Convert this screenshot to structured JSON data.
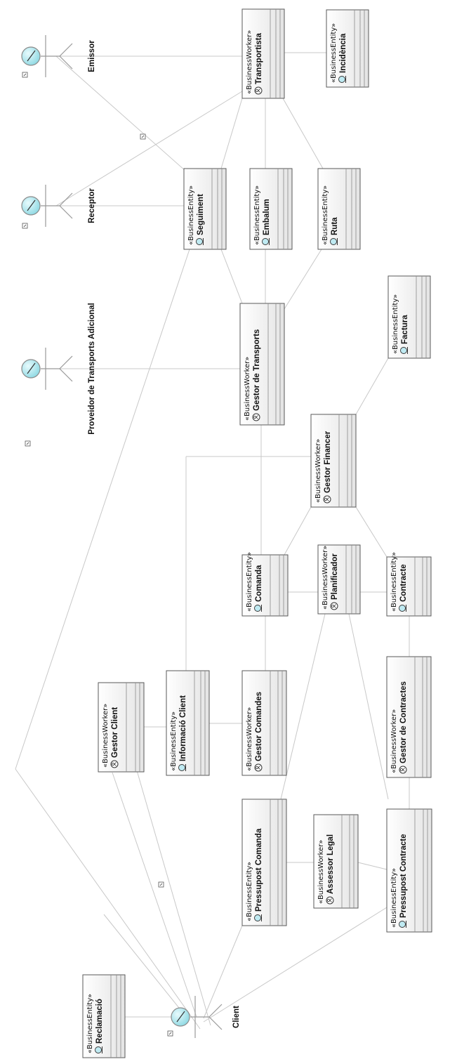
{
  "stereotypes": {
    "worker": "«BusinessWorker»",
    "entity": "«BusinessEntity»"
  },
  "actors": {
    "emissor": "Emissor",
    "receptor": "Receptor",
    "proveidor": "Proveidor de Transports Adicional",
    "client": "Client"
  },
  "classes": {
    "transportista": {
      "kind": "worker",
      "name": "Transportista"
    },
    "incidencia": {
      "kind": "entity",
      "name": "Incidència"
    },
    "seguiment": {
      "kind": "entity",
      "name": "Seguiment"
    },
    "embalum": {
      "kind": "entity",
      "name": "Embalum"
    },
    "ruta": {
      "kind": "entity",
      "name": "Ruta"
    },
    "gestor_transports": {
      "kind": "worker",
      "name": "Gestor de Transports"
    },
    "factura": {
      "kind": "entity",
      "name": "Factura"
    },
    "gestor_financer": {
      "kind": "worker",
      "name": "Gestor Financer"
    },
    "comanda": {
      "kind": "entity",
      "name": "Comanda"
    },
    "planificador": {
      "kind": "worker",
      "name": "Planificador"
    },
    "contracte": {
      "kind": "entity",
      "name": "Contracte"
    },
    "gestor_client": {
      "kind": "worker",
      "name": "Gestor Client"
    },
    "informacio_client": {
      "kind": "entity",
      "name": "Informació Client"
    },
    "gestor_comandes": {
      "kind": "worker",
      "name": "Gestor Comandes"
    },
    "gestor_contractes": {
      "kind": "worker",
      "name": "Gestor de Contractes"
    },
    "pressupost_comanda": {
      "kind": "entity",
      "name": "Pressupost Comanda"
    },
    "assessor_legal": {
      "kind": "worker",
      "name": "Assessor Legal"
    },
    "pressupost_contracte": {
      "kind": "entity",
      "name": "Pressupost Contracte"
    },
    "reclamacio": {
      "kind": "entity",
      "name": "Reclamació"
    }
  },
  "colors": {
    "box_fill_start": "#ffffff",
    "box_fill_end": "#e6e6e6",
    "link": "#c8c8c8",
    "actor_head": "#a9e7ee"
  }
}
